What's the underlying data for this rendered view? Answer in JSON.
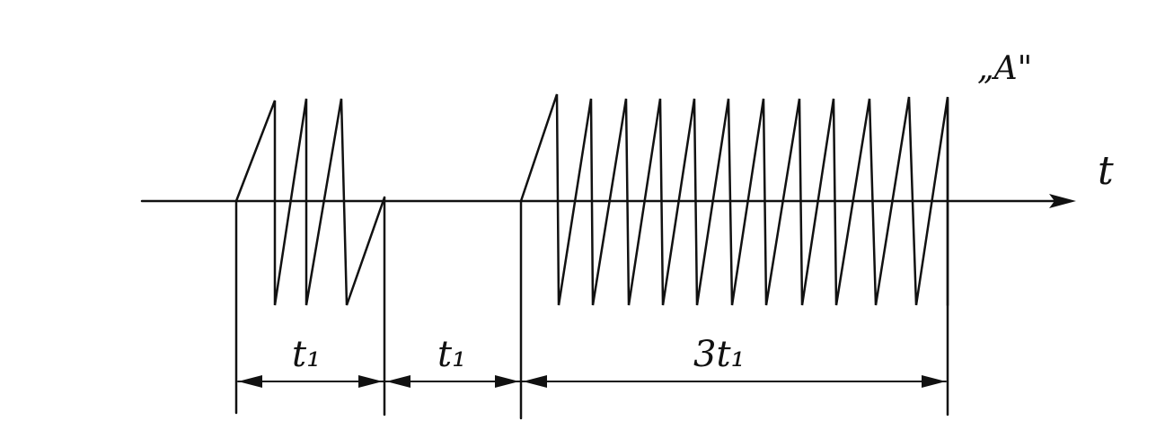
{
  "labels": {
    "signal_name": "„A\"",
    "time_axis": "t",
    "first_interval": "t₁",
    "second_interval": "t₁",
    "third_interval": "3t₁"
  },
  "colors": {
    "ink": "#111111",
    "background": "#ffffff"
  }
}
